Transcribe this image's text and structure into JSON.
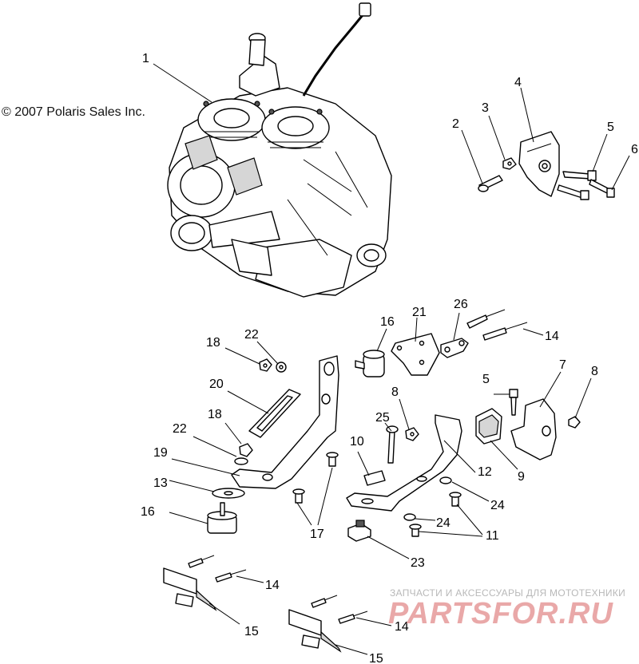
{
  "copyright": "© 2007 Polaris Sales Inc.",
  "callouts": [
    "1",
    "2",
    "3",
    "4",
    "5",
    "6",
    "16",
    "21",
    "26",
    "14",
    "18",
    "22",
    "20",
    "18",
    "22",
    "19",
    "13",
    "16",
    "17",
    "25",
    "8",
    "10",
    "12",
    "5",
    "7",
    "8",
    "9",
    "24",
    "24",
    "11",
    "23",
    "14",
    "15",
    "14",
    "15"
  ],
  "watermark": {
    "tagline": "ЗАПЧАСТИ И АКСЕССУАРЫ ДЛЯ МОТОТЕХНИКИ",
    "brand": "PARTSFOR.RU"
  }
}
